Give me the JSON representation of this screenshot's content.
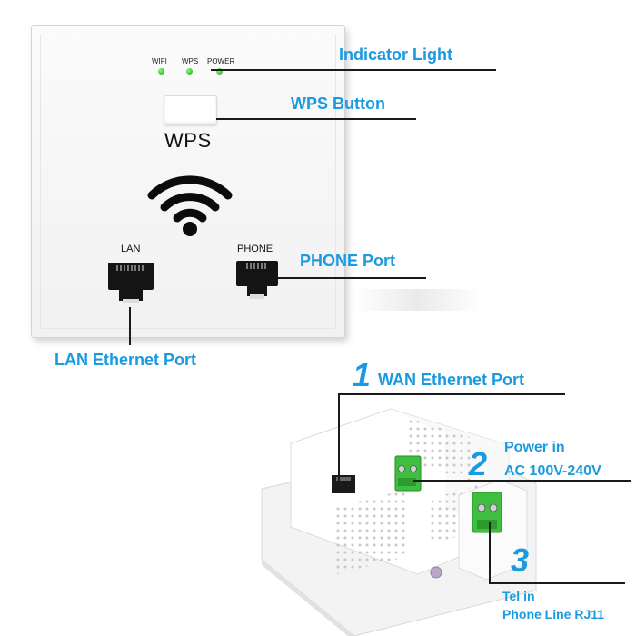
{
  "front_panel": {
    "indicators": [
      "WIFI",
      "WPS",
      "POWER"
    ],
    "indicator_color": "#2fbf29",
    "wps_label": "WPS",
    "lan_label": "LAN",
    "phone_label": "PHONE",
    "icon": "wifi-icon"
  },
  "callouts": {
    "indicator_light": "Indicator Light",
    "wps_button": "WPS Button",
    "phone_port": "PHONE Port",
    "lan_port": "LAN Ethernet Port",
    "wan_port": {
      "number": "1",
      "text": "WAN Ethernet Port"
    },
    "power": {
      "number": "2",
      "line1": "Power in",
      "line2": "AC 100V-240V"
    },
    "tel": {
      "number": "3",
      "line1": "Tel in",
      "line2": "Phone Line RJ11"
    }
  },
  "colors": {
    "callout_blue": "#1a9ae0",
    "connector_green": "#3fbf3f"
  }
}
